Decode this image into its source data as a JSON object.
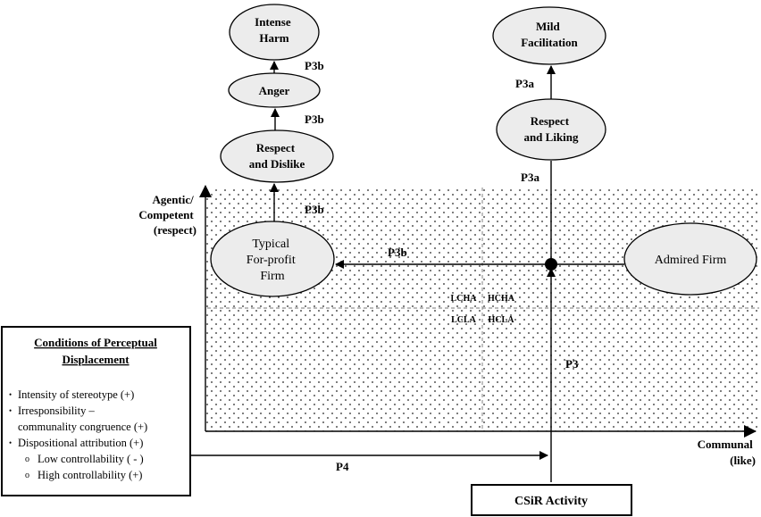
{
  "nodes": {
    "intense_harm": [
      "Intense",
      "Harm"
    ],
    "anger": "Anger",
    "respect_dislike": [
      "Respect",
      "and Dislike"
    ],
    "mild_facilitation": [
      "Mild",
      "Facilitation"
    ],
    "respect_liking": [
      "Respect",
      "and Liking"
    ],
    "typical_firm": [
      "Typical",
      "For-profit",
      "Firm"
    ],
    "admired_firm": "Admired Firm"
  },
  "axes": {
    "y_label": [
      "Agentic/",
      "Competent",
      "(respect)"
    ],
    "x_label": [
      "Communal",
      "(like)"
    ]
  },
  "quadrants": {
    "top_left": "LCHA",
    "top_right": "HCHA",
    "bottom_left": "LCLA",
    "bottom_right": "HCLA"
  },
  "paths": {
    "p3b_harm": "P3b",
    "p3b_anger": "P3b",
    "p3b_typical": "P3b",
    "p3b_horizontal": "P3b",
    "p3a_top": "P3a",
    "p3a_lower": "P3a",
    "p3": "P3",
    "p4": "P4"
  },
  "conditions": {
    "title_line1": "Conditions of Perceptual",
    "title_line2": "Displacement",
    "items": [
      "Intensity of stereotype (+)",
      "Irresponsibility –",
      "communality congruence (+)",
      "Dispositional attribution (+)"
    ],
    "subitems": [
      "Low controllability ( - )",
      "High controllability (+)"
    ],
    "bullet": "•",
    "subbullet": "o"
  },
  "csir": "CSiR Activity"
}
